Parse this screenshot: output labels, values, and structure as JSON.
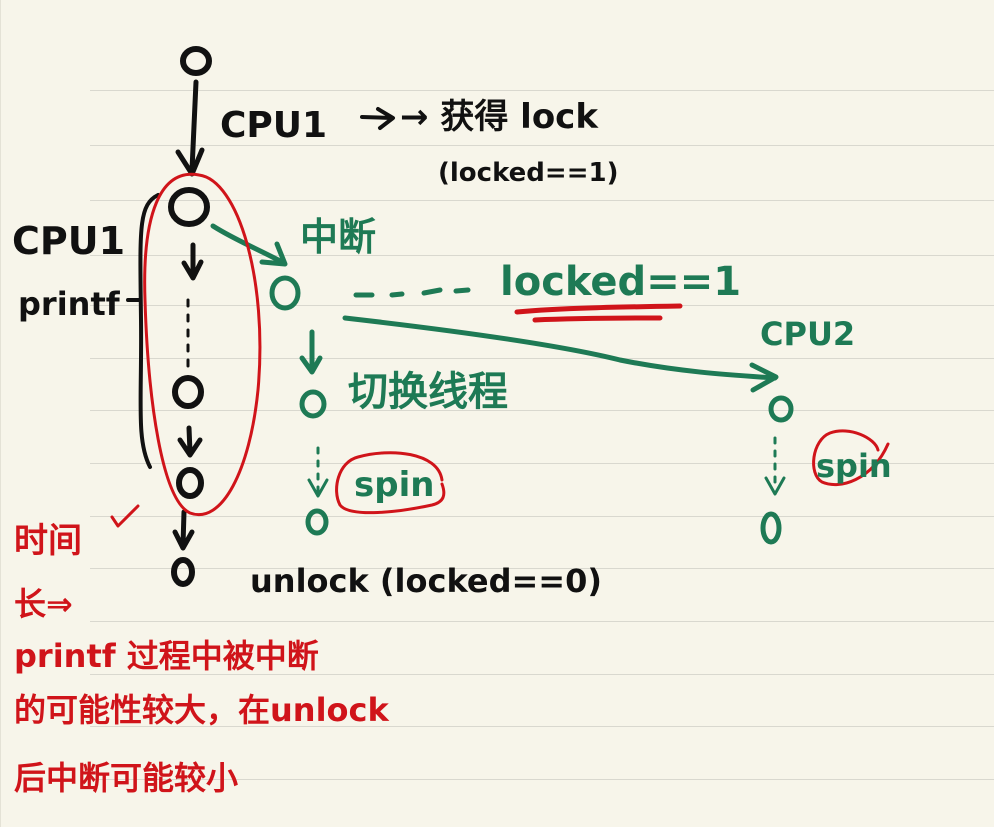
{
  "colors": {
    "background": "#f7f5ea",
    "ruled_line": "#d9d8cf",
    "ink_black": "#111111",
    "ink_green": "#1e7a55",
    "ink_red": "#d0141a"
  },
  "cpu1_timeline": {
    "header_label": "CPU1",
    "arrow_text": "→ 获得 lock",
    "locked_note": "(locked==1)",
    "side_label_line1": "CPU1",
    "side_label_line2": "printf",
    "unlock_note": "unlock (locked==0)"
  },
  "interrupt_branch": {
    "interrupt_label": "中断",
    "locked_note": "locked==1",
    "switch_label": "切换线程",
    "spin_label": "spin"
  },
  "cpu2_timeline": {
    "header_label": "CPU2",
    "spin_label": "spin"
  },
  "red_annotation": {
    "line1": "时间",
    "line2": "长⇒",
    "line3": "printf 过程中被中断",
    "line4": "的可能性较大，在unlock",
    "line5": "后中断可能较小"
  }
}
